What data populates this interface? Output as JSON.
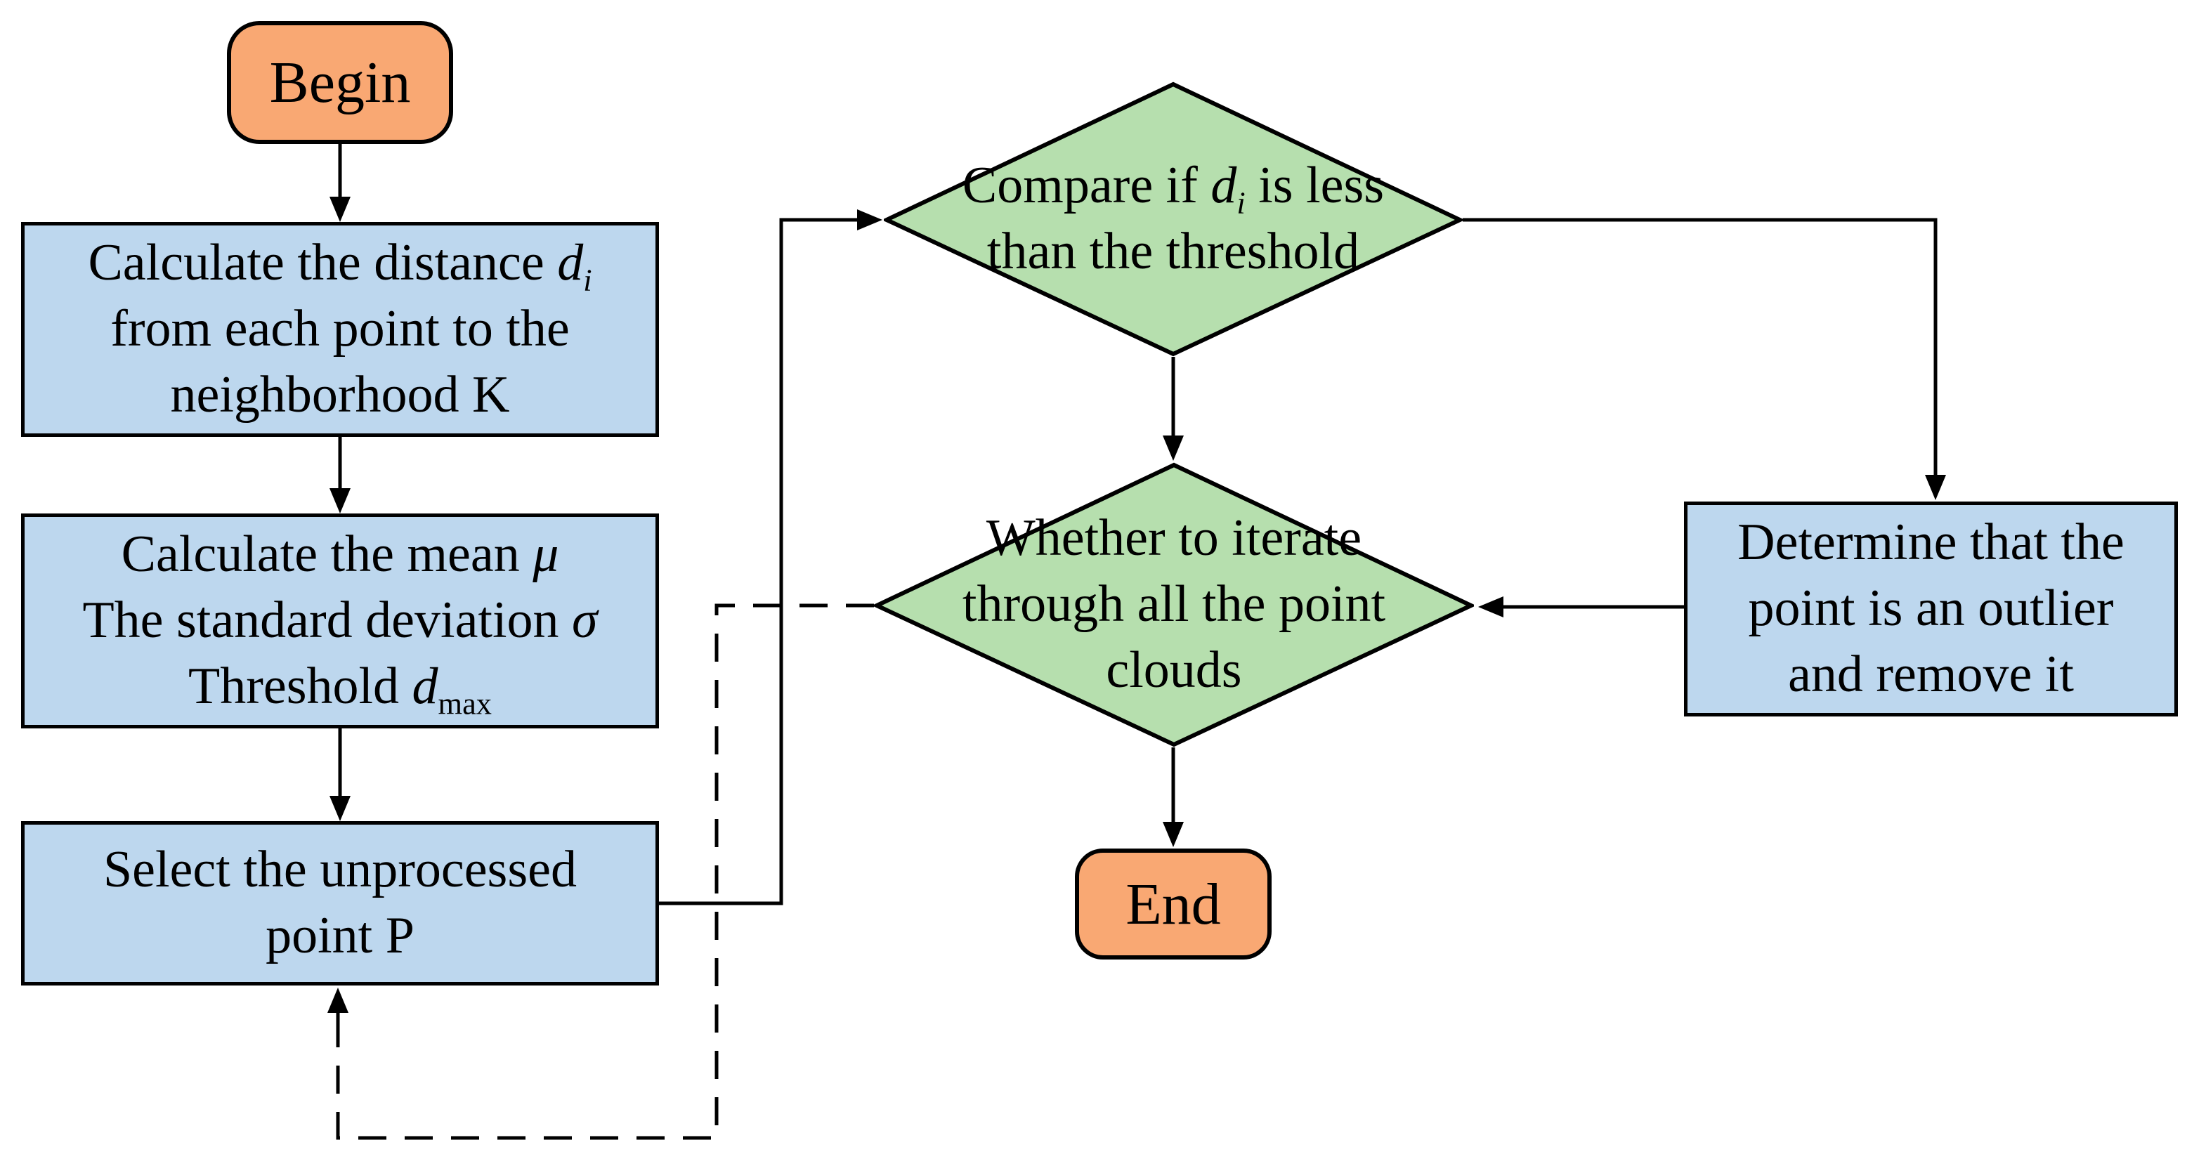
{
  "colors": {
    "terminator_fill": "#F9A873",
    "process_fill": "#BDD7EE",
    "decision_fill": "#B6DFAE",
    "stroke": "#000000",
    "background": "#FFFFFF"
  },
  "nodes": {
    "begin": {
      "label": "Begin"
    },
    "calc_distance": {
      "line1_pre": "Calculate the distance ",
      "line1_var": "d",
      "line1_sub": "i",
      "line2": "from each point to the",
      "line3": "neighborhood K"
    },
    "calc_stats": {
      "line1_pre": "Calculate the mean ",
      "line1_var": "μ",
      "line2_pre": "The standard deviation ",
      "line2_var": "σ",
      "line3_pre": "Threshold ",
      "line3_var": "d",
      "line3_sub": "max"
    },
    "select_point": {
      "line1": "Select the unprocessed",
      "line2": "point P"
    },
    "compare_threshold": {
      "line1_pre": "Compare if ",
      "line1_var": "d",
      "line1_sub": "i",
      "line1_post": " is less",
      "line2": "than the threshold"
    },
    "iterate_clouds": {
      "line1": "Whether to iterate",
      "line2": "through all the point",
      "line3": "clouds"
    },
    "determine_outlier": {
      "line1": "Determine that the",
      "line2": "point is an outlier",
      "line3": "and remove it"
    },
    "end": {
      "label": "End"
    }
  }
}
